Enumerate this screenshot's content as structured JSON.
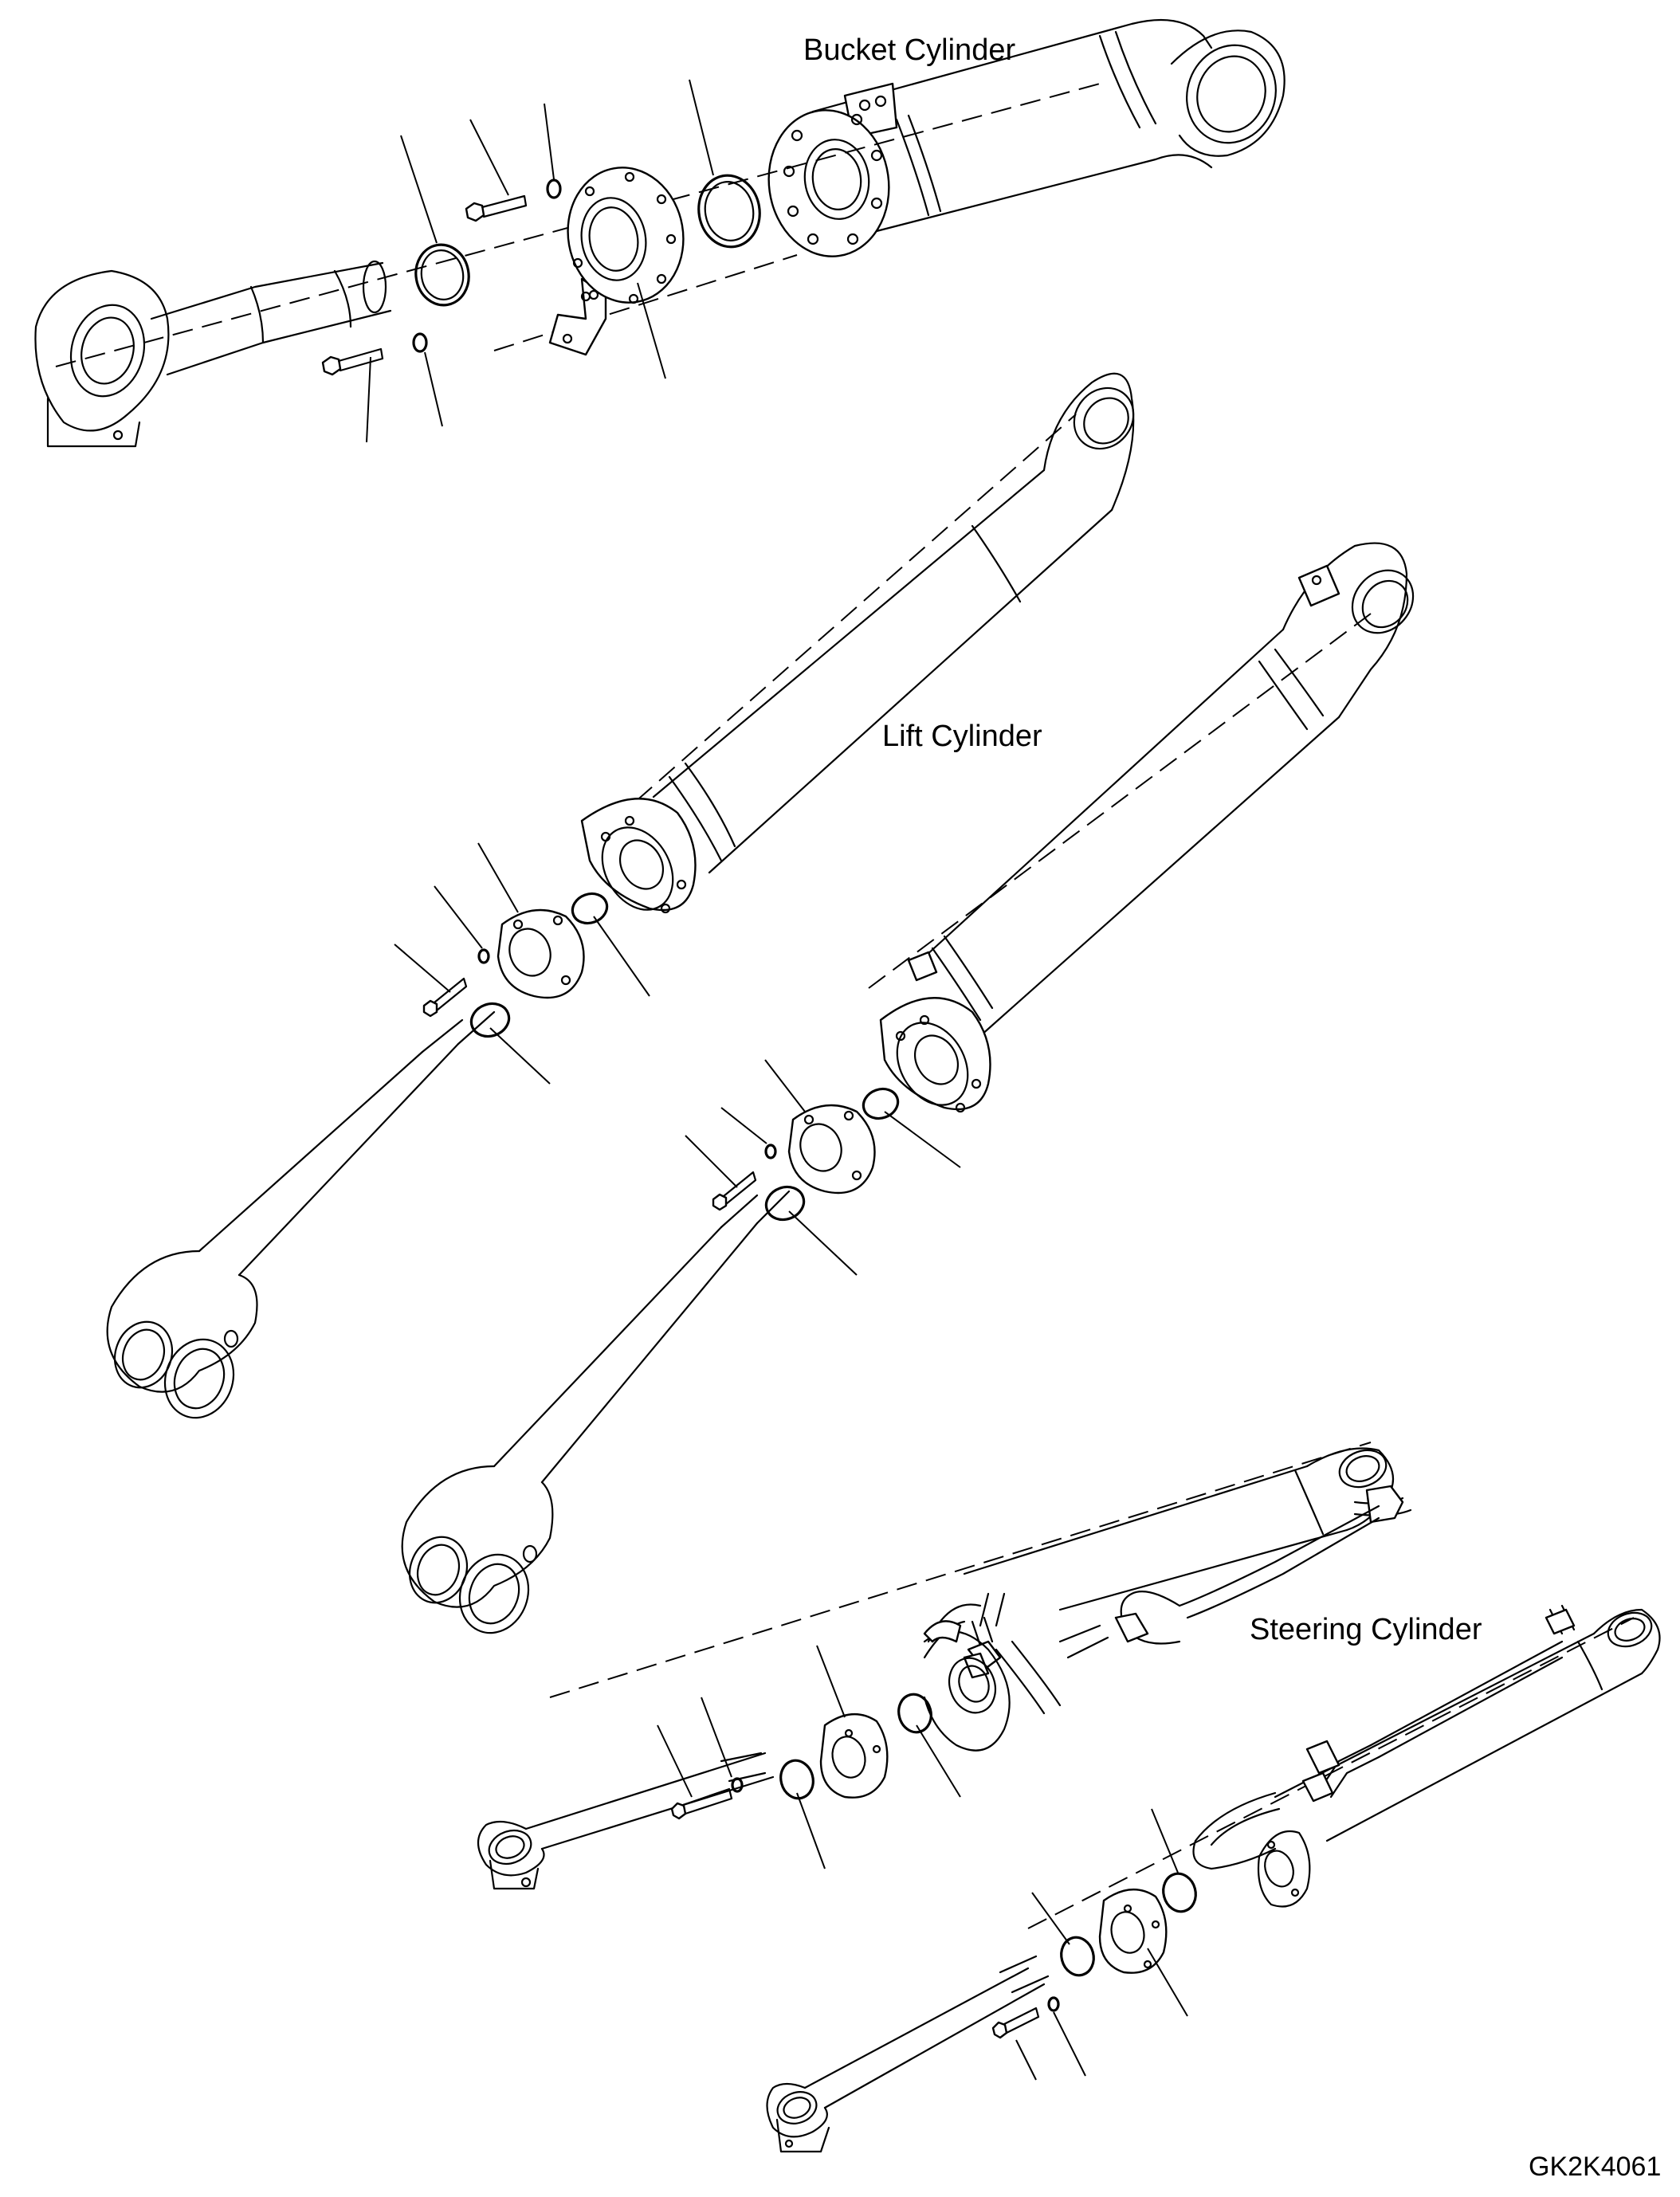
{
  "labels": {
    "bucket": "Bucket Cylinder",
    "lift": "Lift Cylinder",
    "steering": "Steering Cylinder"
  },
  "drawing_code": "GK2K4061"
}
